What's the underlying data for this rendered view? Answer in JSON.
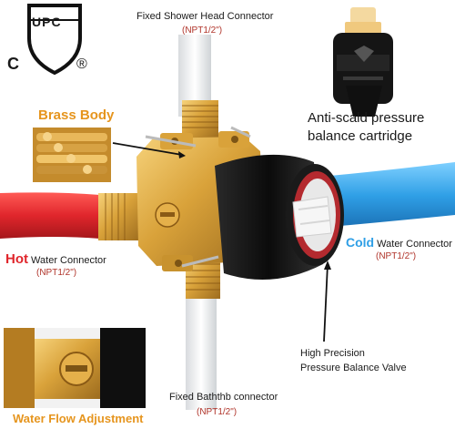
{
  "cert": {
    "text": "UPC",
    "c_mark": "C",
    "r_mark": "®"
  },
  "labels": {
    "top_connector": "Fixed Shower Head Connector",
    "top_connector_spec": "(NPT1/2\")",
    "brass_body": "Brass Body",
    "cartridge_line1": "Anti-scald pressure",
    "cartridge_line2": "balance cartridge",
    "hot_word": "Hot",
    "hot_rest": " Water Connector",
    "hot_spec": "(NPT1/2\")",
    "cold_word": "Cold",
    "cold_rest": " Water Connector",
    "cold_spec": "(NPT1/2\")",
    "valve_line1": "High Precision",
    "valve_line2": "Pressure Balance Valve",
    "bottom_connector": "Fixed Baththb connector",
    "bottom_connector_spec": "(NPT1/2\")",
    "flow_adjust": "Water Flow Adjustment"
  },
  "colors": {
    "hot": "#e0262c",
    "cold": "#2f9fe6",
    "brass": "#e1ad42",
    "orange_label": "#e6951e",
    "spec_red": "#b0342a"
  },
  "icons": {
    "cert": "upc-shield-icon",
    "cartridge": "cartridge-icon",
    "valve": "valve-body-icon"
  }
}
